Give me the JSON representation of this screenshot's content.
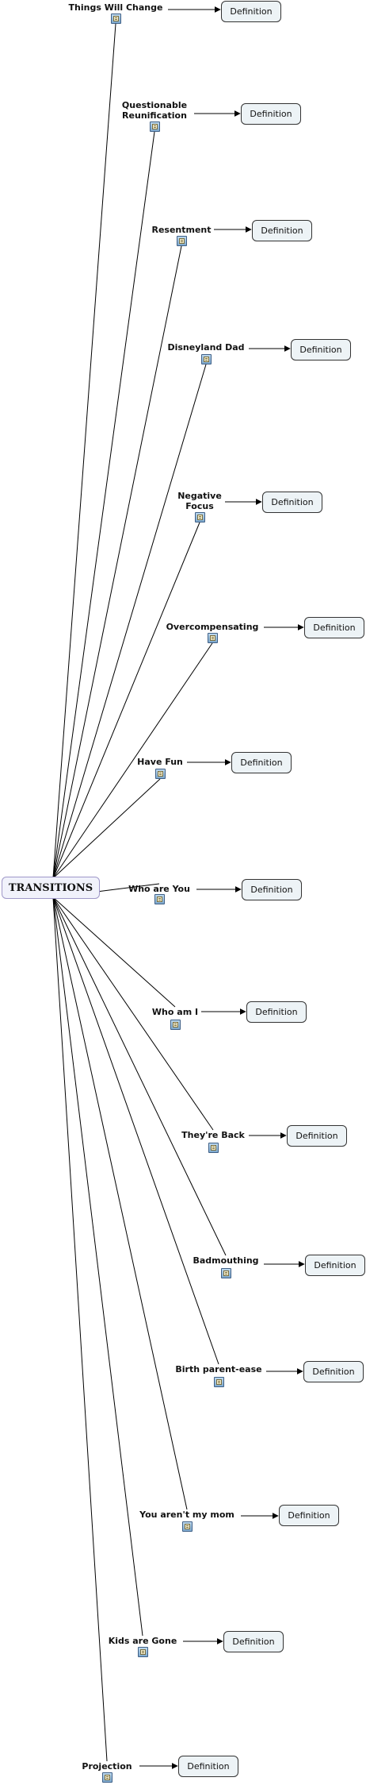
{
  "root": {
    "label": "TRANSITIONS"
  },
  "concepts": [
    {
      "label": "Things Will Change",
      "link": "Definition",
      "resource_icon": "document-resource-icon"
    },
    {
      "label": "Questionable\nReunification",
      "link": "Definition",
      "resource_icon": "document-resource-icon"
    },
    {
      "label": "Resentment",
      "link": "Definition",
      "resource_icon": "document-resource-icon"
    },
    {
      "label": "Disneyland Dad",
      "link": "Definition",
      "resource_icon": "document-resource-icon"
    },
    {
      "label": "Negative\nFocus",
      "link": "Definition",
      "resource_icon": "document-resource-icon"
    },
    {
      "label": "Overcompensating",
      "link": "Definition",
      "resource_icon": "document-resource-icon"
    },
    {
      "label": "Have Fun",
      "link": "Definition",
      "resource_icon": "document-resource-icon"
    },
    {
      "label": "Who are You",
      "link": "Definition",
      "resource_icon": "document-resource-icon"
    },
    {
      "label": "Who am I",
      "link": "Definition",
      "resource_icon": "document-resource-icon"
    },
    {
      "label": "They're Back",
      "link": "Definition",
      "resource_icon": "document-resource-icon"
    },
    {
      "label": "Badmouthing",
      "link": "Definition",
      "resource_icon": "document-resource-icon"
    },
    {
      "label": "Birth parent-ease",
      "link": "Definition",
      "resource_icon": "document-resource-icon"
    },
    {
      "label": "You aren't my mom",
      "link": "Definition",
      "resource_icon": "document-resource-icon"
    },
    {
      "label": "Kids are Gone",
      "link": "Definition",
      "resource_icon": "document-resource-icon"
    },
    {
      "label": "Projection",
      "link": "Definition",
      "resource_icon": "document-resource-icon"
    }
  ]
}
